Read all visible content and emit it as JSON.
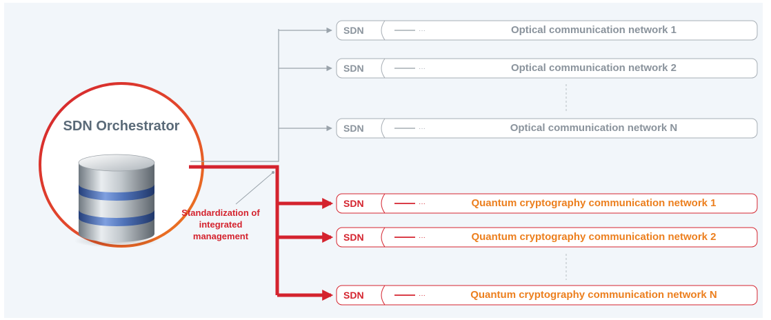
{
  "orchestrator": {
    "title": "SDN Orchestrator"
  },
  "standardization": {
    "label": "Standardization of integrated management"
  },
  "optical_networks": [
    {
      "sdn": "SDN",
      "name": "Optical communication network 1"
    },
    {
      "sdn": "SDN",
      "name": "Optical communication network 2"
    },
    {
      "sdn": "SDN",
      "name": "Optical communication network N"
    }
  ],
  "quantum_networks": [
    {
      "sdn": "SDN",
      "name": "Quantum cryptography communication network 1"
    },
    {
      "sdn": "SDN",
      "name": "Quantum cryptography communication network 2"
    },
    {
      "sdn": "SDN",
      "name": "Quantum cryptography communication network N"
    }
  ],
  "colors": {
    "background": "#f2f6fa",
    "optical_gray": "#9aa3ab",
    "quantum_red": "#d4232e",
    "quantum_orange": "#ec7f1e",
    "db_blue": "#4f72b8"
  }
}
